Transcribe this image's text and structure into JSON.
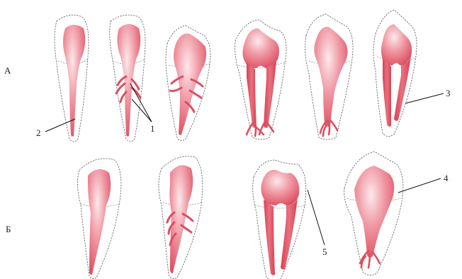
{
  "row_labels": {
    "a": "А",
    "b": "Б"
  },
  "callouts": {
    "c1": "1",
    "c2": "2",
    "c3": "3",
    "c4": "4",
    "c5": "5"
  },
  "colors": {
    "pulp_light": "#fbe3e6",
    "pulp_mid": "#ee8c98",
    "pulp_dark": "#dd4c5f",
    "canal": "#dc4f61",
    "outline": "#555555"
  }
}
